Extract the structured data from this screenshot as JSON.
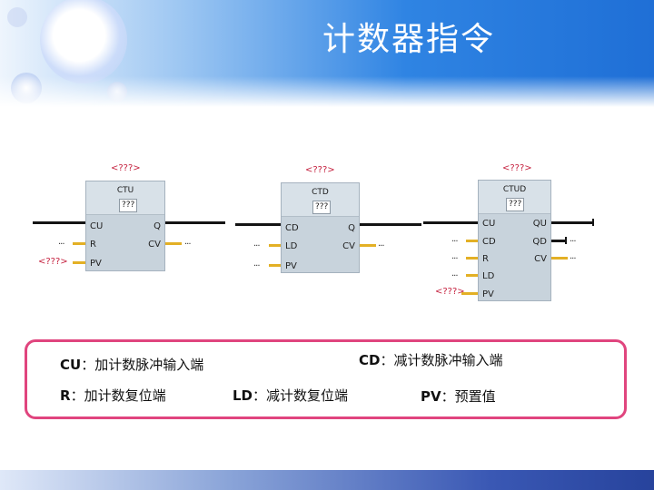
{
  "title": "计数器指令",
  "blocks": [
    {
      "type": "CTU",
      "instance": "???",
      "top_label": "<???>",
      "inputs": [
        "CU",
        "R",
        "PV"
      ],
      "outputs": [
        "Q",
        "CV"
      ],
      "input_markers": [
        "",
        "...",
        "<???>"
      ],
      "output_markers": [
        "",
        "..."
      ]
    },
    {
      "type": "CTD",
      "instance": "???",
      "top_label": "<???>",
      "inputs": [
        "CD",
        "LD",
        "PV"
      ],
      "outputs": [
        "Q",
        "CV"
      ],
      "input_markers": [
        "",
        "...",
        "..."
      ],
      "output_markers": [
        "",
        "..."
      ]
    },
    {
      "type": "CTUD",
      "instance": "???",
      "top_label": "<???>",
      "inputs": [
        "CU",
        "CD",
        "R",
        "LD",
        "PV"
      ],
      "outputs": [
        "QU",
        "QD",
        "CV"
      ],
      "input_markers": [
        "",
        "...",
        "...",
        "...",
        "<???>"
      ],
      "output_markers": [
        "",
        "...",
        "..."
      ]
    }
  ],
  "definitions": [
    {
      "term": "CU",
      "sep": "：",
      "desc": "加计数脉冲输入端"
    },
    {
      "term": "CD",
      "sep": "：",
      "desc": "减计数脉冲输入端"
    },
    {
      "term": "R",
      "sep": "：",
      "desc": "加计数复位端"
    },
    {
      "term": "LD",
      "sep": "：",
      "desc": "减计数复位端"
    },
    {
      "term": "PV",
      "sep": "：",
      "desc": "预置值"
    }
  ],
  "colors": {
    "pin_wire": "#e3b025",
    "placeholder_red": "#c5213f",
    "border_pink": "#e0457e",
    "block_gray": "#c8d3dc"
  }
}
